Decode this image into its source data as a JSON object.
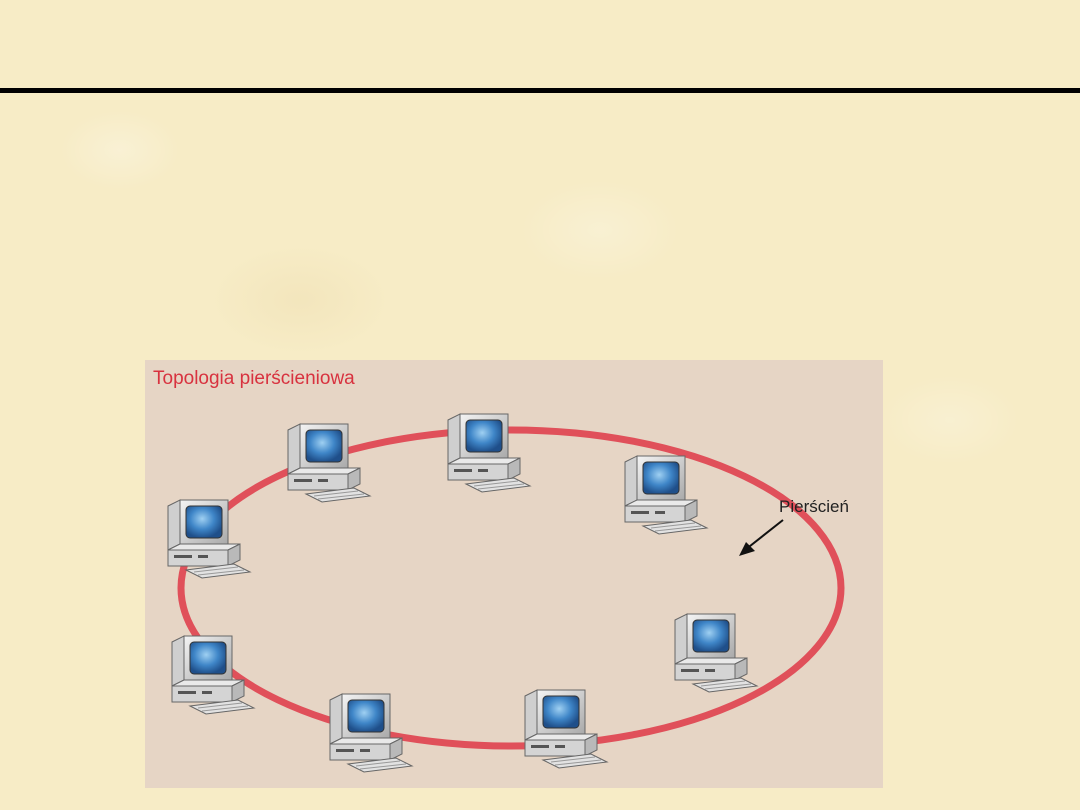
{
  "diagram": {
    "title": "Topologia pierścieniowa",
    "ring_label": "Pierścień",
    "nodes": [
      "pc",
      "pc",
      "pc",
      "pc",
      "pc",
      "pc",
      "pc",
      "pc"
    ],
    "colors": {
      "ring": "#e0505a",
      "title": "#d8323f",
      "screen": "#3f86c8",
      "panel": "#e6d5c5"
    }
  }
}
